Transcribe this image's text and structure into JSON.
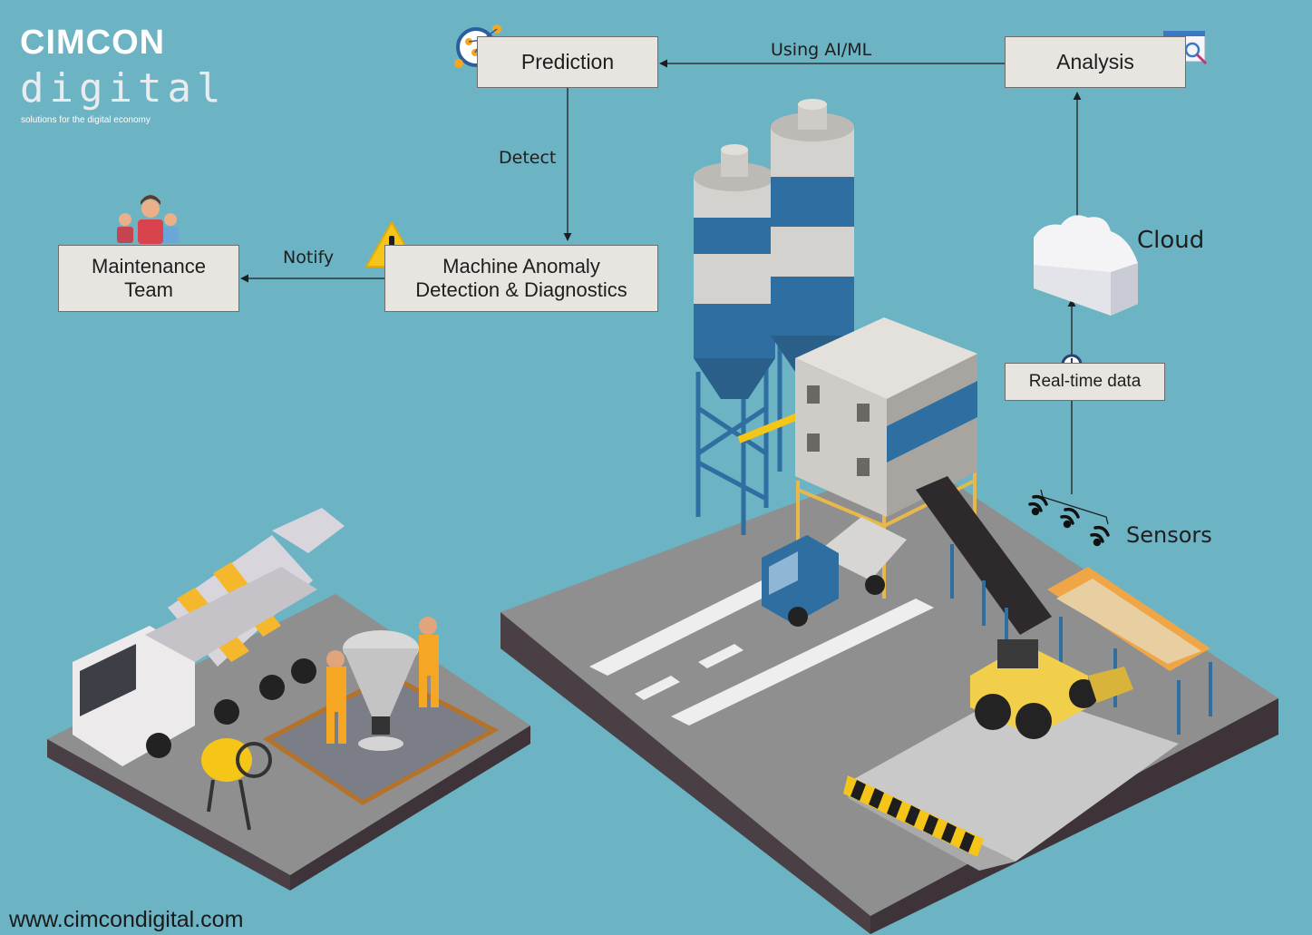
{
  "brand": {
    "name": "CIMCON",
    "sub": "digital",
    "tagline": "solutions for the digital economy",
    "website": "www.cimcondigital.com"
  },
  "nodes": {
    "prediction": "Prediction",
    "analysis": "Analysis",
    "anomaly_line1": "Machine Anomaly",
    "anomaly_line2": "Detection & Diagnostics",
    "maintenance_line1": "Maintenance",
    "maintenance_line2": "Team",
    "realtime": "Real-time data",
    "cloud": "Cloud",
    "sensors": "Sensors"
  },
  "edges": {
    "using_ai": "Using AI/ML",
    "detect": "Detect",
    "notify": "Notify"
  },
  "colors": {
    "background": "#6cb3c4",
    "box_fill": "#e8e5e1",
    "accent_yellow": "#f5c518",
    "silo_blue": "#2e6ea0"
  },
  "icons": [
    "magnifier-network-icon",
    "analytics-icon",
    "warning-icon",
    "team-icon",
    "cloud-icon",
    "clock-icon",
    "wifi-sensor-icon"
  ]
}
